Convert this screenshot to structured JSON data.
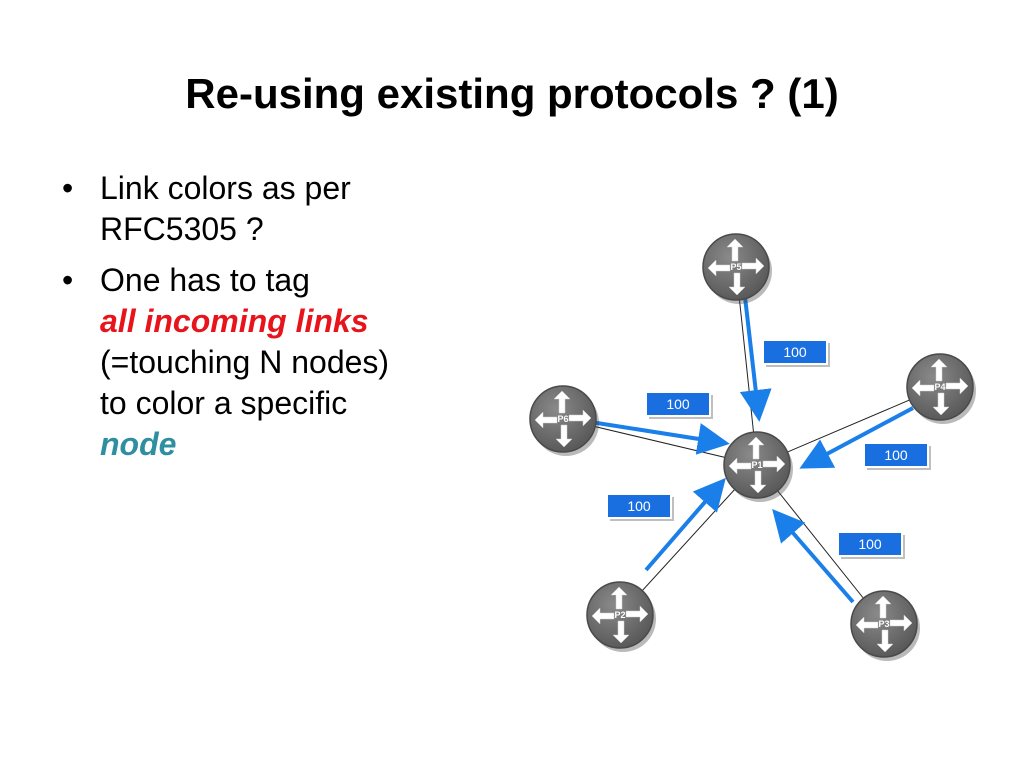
{
  "slide": {
    "title": "Re-using existing protocols ? (1)",
    "bullets": [
      {
        "lines": [
          {
            "text": "Link colors as per"
          },
          {
            "text": "RFC5305 ?"
          }
        ]
      },
      {
        "lines": [
          {
            "text": "One has to tag"
          },
          {
            "text": "all incoming links",
            "style": "red"
          },
          {
            "text": "(=touching N nodes)"
          },
          {
            "text": "to color a specific"
          },
          {
            "text": "node",
            "style": "teal"
          }
        ]
      }
    ]
  },
  "diagram": {
    "hub": "P1",
    "routers": [
      {
        "id": "P1",
        "label": "P1"
      },
      {
        "id": "P2",
        "label": "P2"
      },
      {
        "id": "P3",
        "label": "P3"
      },
      {
        "id": "P4",
        "label": "P4"
      },
      {
        "id": "P5",
        "label": "P5"
      },
      {
        "id": "P6",
        "label": "P6"
      }
    ],
    "links": [
      {
        "from": "P5",
        "to": "P1",
        "metric": "100"
      },
      {
        "from": "P6",
        "to": "P1",
        "metric": "100"
      },
      {
        "from": "P4",
        "to": "P1",
        "metric": "100"
      },
      {
        "from": "P2",
        "to": "P1",
        "metric": "100"
      },
      {
        "from": "P3",
        "to": "P1",
        "metric": "100"
      }
    ],
    "colors": {
      "arrow": "#1a7fe8",
      "metric_box": "#1a6fe0",
      "router": "#6e6e6e",
      "link": "#222222"
    },
    "icon": "router-icon"
  }
}
